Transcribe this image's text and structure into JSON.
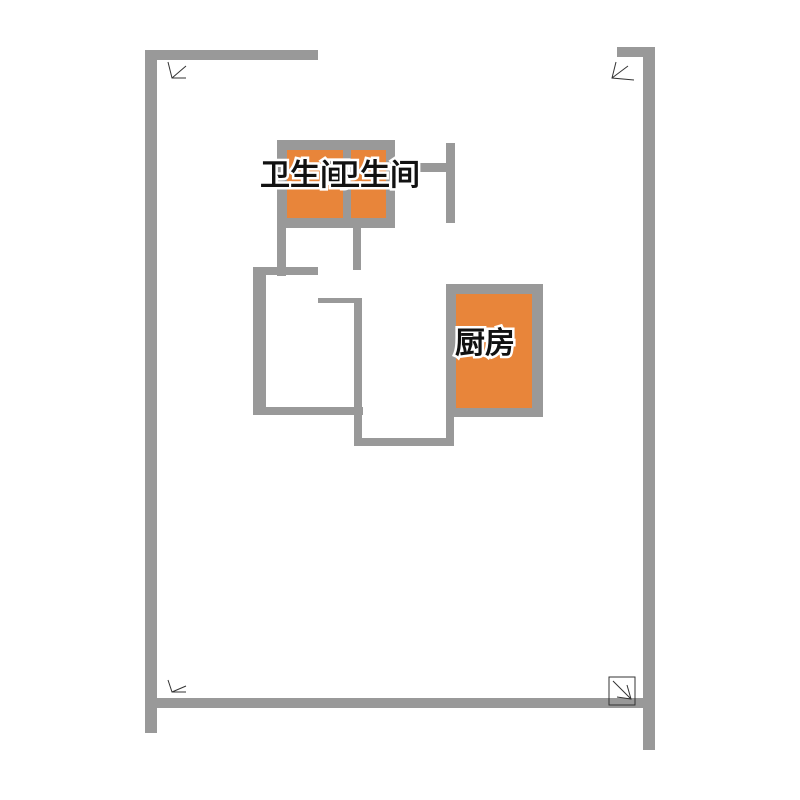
{
  "floorplan": {
    "rooms": [
      {
        "id": "bathroom-1",
        "label": "卫生间"
      },
      {
        "id": "bathroom-2",
        "label": "卫生间"
      },
      {
        "id": "kitchen",
        "label": "厨房"
      }
    ]
  },
  "colors": {
    "wall": "#999999",
    "room_fill": "#e8853a",
    "background": "#ffffff"
  }
}
